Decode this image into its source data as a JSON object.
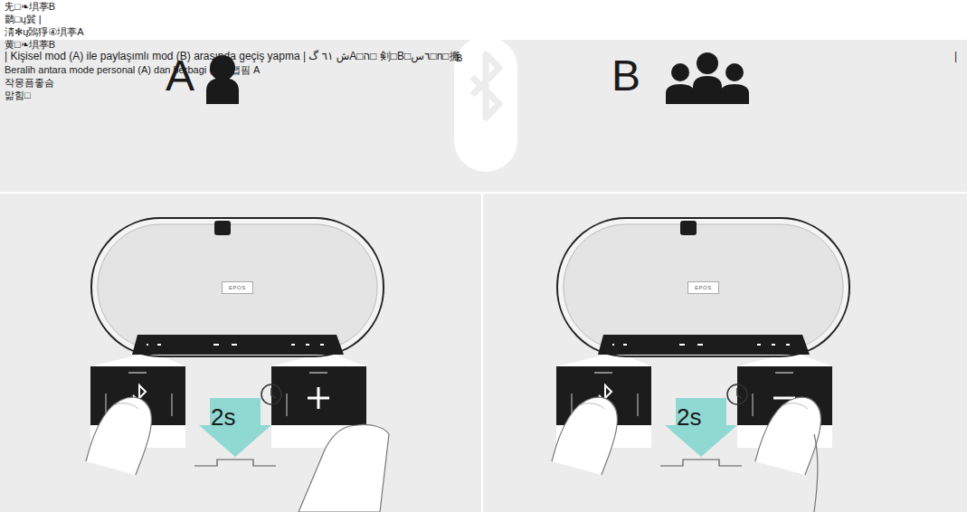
{
  "diagram": {
    "nodes": [
      {
        "text": [
          "EPOS"
        ]
      },
      {
        "text": [
          "EPOS"
        ]
      }
    ],
    "labels": [
      "兂□❧埧葶B",
      "䴉□ų鬤 |",
      "淸✻ų鵶猙④埧葶A",
      "黄□❧埧葶B",
      "| Kişisel mod (A) ile paylaşımlı mod (B) arasında geçiş yapma | ش ٦١ گA□ה□ 剣□B□٦س□n□搬",
      "|",
      "Beralih antara mode personal (A) dan berbagi (B) | 맵핌 A",
      "작몽픔좋슴",
      "맒힘□",
      "A",
      "B",
      "B",
      "2s",
      "2s"
    ]
  }
}
